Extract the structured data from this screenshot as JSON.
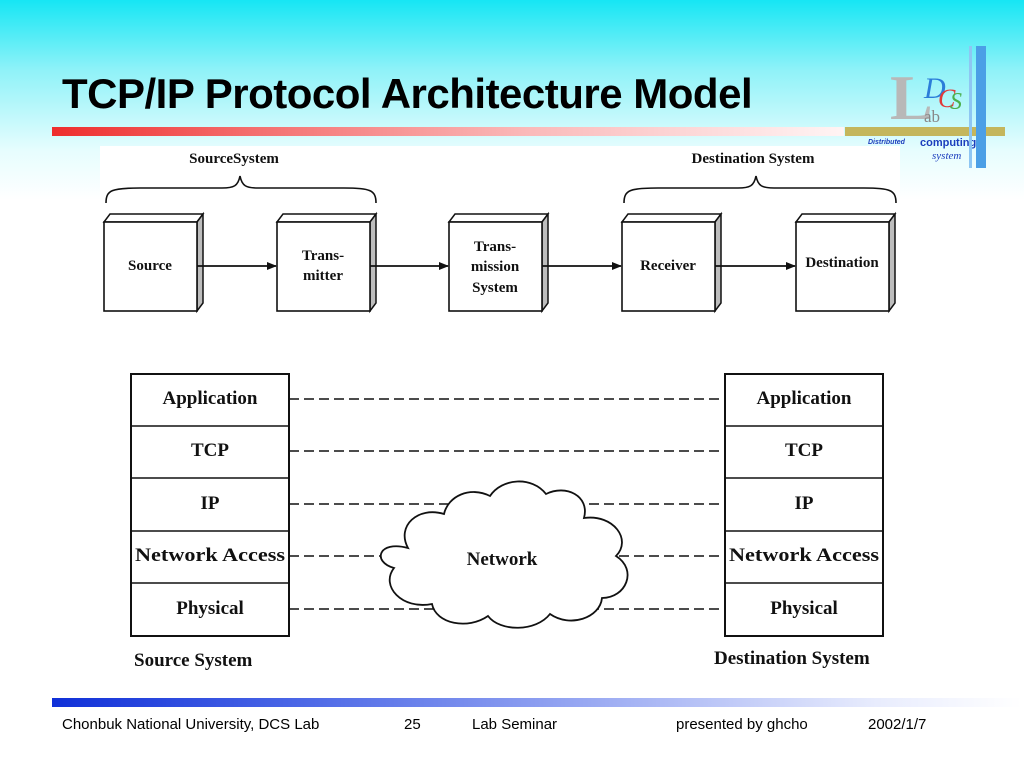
{
  "slide": {
    "title": "TCP/IP Protocol Architecture Model"
  },
  "logo": {
    "letters": [
      "L",
      "D",
      "C",
      "S"
    ],
    "lab": "ab",
    "distributed": "Distributed",
    "computing": "computing",
    "system": "system"
  },
  "top_diagram": {
    "source_group_label": "SourceSystem",
    "destination_group_label": "Destination System",
    "boxes": [
      {
        "lines": [
          "Source"
        ]
      },
      {
        "lines": [
          "Trans-",
          "mitter"
        ]
      },
      {
        "lines": [
          "Trans-",
          "mission",
          "System"
        ]
      },
      {
        "lines": [
          "Receiver"
        ]
      },
      {
        "lines": [
          "Destination"
        ]
      }
    ]
  },
  "bottom_diagram": {
    "layers": [
      "Application",
      "TCP",
      "IP",
      "Network Access",
      "Physical"
    ],
    "source_stack_label": "Source System",
    "destination_stack_label": "Destination System",
    "cloud_label": "Network"
  },
  "footer": {
    "institution": "Chonbuk National University, DCS Lab",
    "page_number": "25",
    "event": "Lab Seminar",
    "presenter": "presented by ghcho",
    "date": "2002/1/7"
  }
}
